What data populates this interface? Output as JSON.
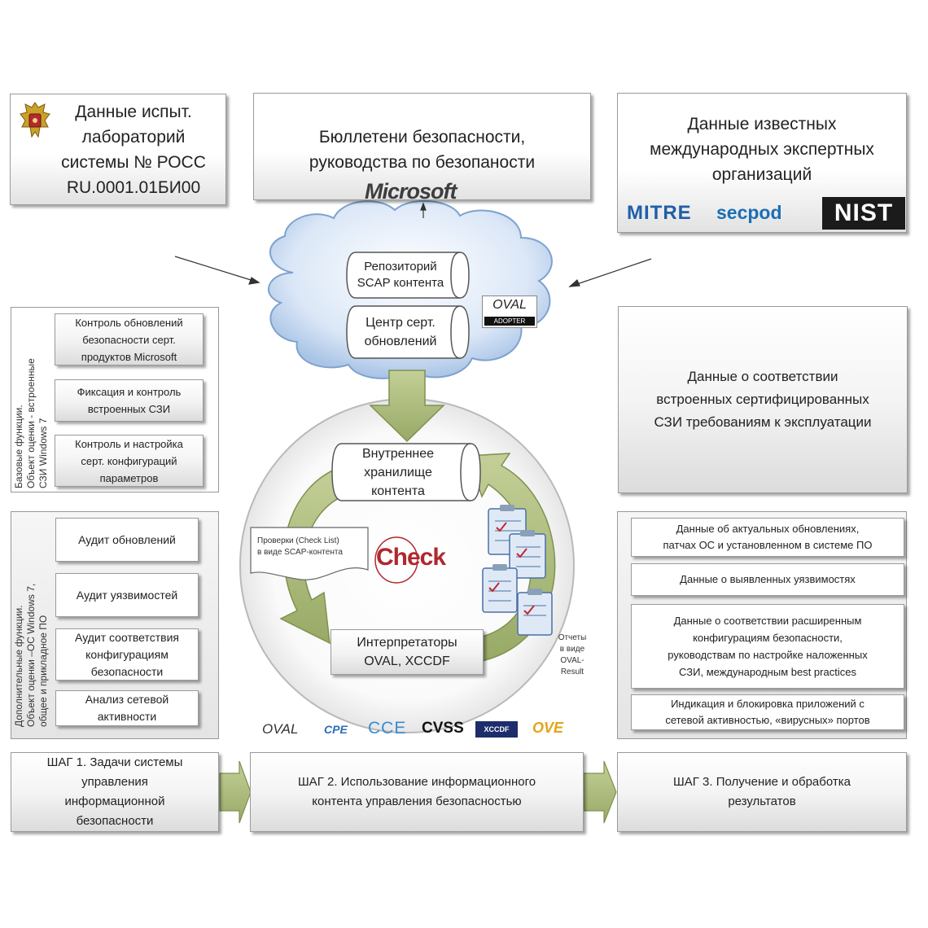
{
  "top": {
    "labs": {
      "text": "Данные испыт.\nлабораторий\nсистемы № РОСС\nRU.0001.01БИ00",
      "emblem": "eagle-emblem-icon"
    },
    "bulletins": {
      "text": "Бюллетени безопасности,\nруководства по безопаности",
      "logo": "Microsoft"
    },
    "experts": {
      "text": "Данные известных\nмеждународных экспертных\nорганизаций",
      "logos": [
        "MITRE",
        "secpod",
        "NIST"
      ]
    }
  },
  "cloud": {
    "repo": "Репозиторий\nSCAP контента",
    "cert_center": "Центр серт.\nобновлений",
    "oval_badge": "OVAL",
    "oval_badge_sub": "ADOPTER"
  },
  "left_basic": {
    "vertical_label": "Базовые функции.\nОбъект оценки - встроенные\nСЗИ Windows 7",
    "items": [
      "Контроль обновлений\nбезопасности серт.\nпродуктов Microsoft",
      "Фиксация и контроль\nвстроенных СЗИ",
      "Контроль и настройка\nсерт. конфигураций\nпараметров"
    ]
  },
  "left_extra": {
    "vertical_label": "Дополнительные функции.\nОбъект оценки –ОС Windows 7,\nобщее и прикладное ПО",
    "items": [
      "Аудит обновлений",
      "Аудит уязвимостей",
      "Аудит соответствия\nконфигурациям\nбезопасности",
      "Анализ сетевой\nактивности"
    ]
  },
  "center": {
    "storage": "Внутреннее\nхранилище\nконтента",
    "checklist": "Проверки (Check List)\nв виде SCAP-контента",
    "check_logo": "Check",
    "interpreters": "Интерпретаторы\nOVAL, XCCDF",
    "reports": "Отчеты\nв виде\nOVAL-\nResult"
  },
  "right_top": {
    "text": "Данные о соответствии\nвстроенных сертифицированных\nСЗИ требованиям к эксплуатации"
  },
  "right_results": {
    "items": [
      "Данные об актуальных обновлениях,\nпатчах ОС и установленном в системе ПО",
      "Данные о выявленных уязвимостях",
      "Данные о соответствии расширенным\nконфигурациям безопасности,\nруководствам по настройке наложенных\nСЗИ, международным best practices",
      "Индикация и блокировка приложений с\nсетевой активностью, «вирусных» портов"
    ]
  },
  "standards": [
    "OVAL",
    "CPE",
    "CCE",
    "CVSS",
    "XCCDF",
    "OVE"
  ],
  "steps": [
    "ШАГ 1. Задачи системы\nуправления\nинформационной\nбезопасности",
    "ШАГ 2. Использование информационного\nконтента управления безопасностью",
    "ШАГ 3. Получение и обработка\nрезультатов"
  ],
  "colors": {
    "arrow_green": "#a9b97c",
    "arrow_green_dark": "#7f9150",
    "check_red": "#b0282e",
    "cloud_blue": "#c9dcf3"
  }
}
